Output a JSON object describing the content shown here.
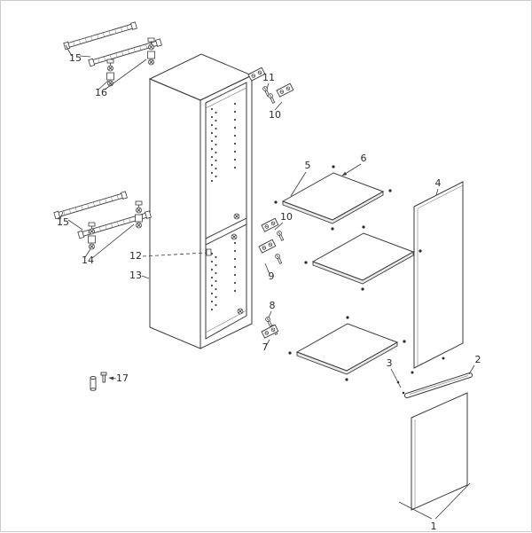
{
  "diagram": {
    "labels": {
      "p15_top": "15",
      "p16": "16",
      "p11": "11",
      "p10_top": "10",
      "p5": "5",
      "p6": "6",
      "p4": "4",
      "p10_mid": "10",
      "p9": "9",
      "p12": "12",
      "p13": "13",
      "p15_mid": "15",
      "p14": "14",
      "p8": "8",
      "p7": "7",
      "p3": "3",
      "p2": "2",
      "p1": "1",
      "p17": "17"
    },
    "colors": {
      "line": "#3a3a3a",
      "panel_fill": "#ffffff",
      "edge_fill": "#e9e9e9",
      "top_fill": "#f1f1f1",
      "border": "#c9c9c9",
      "text": "#2b2b2b"
    }
  }
}
